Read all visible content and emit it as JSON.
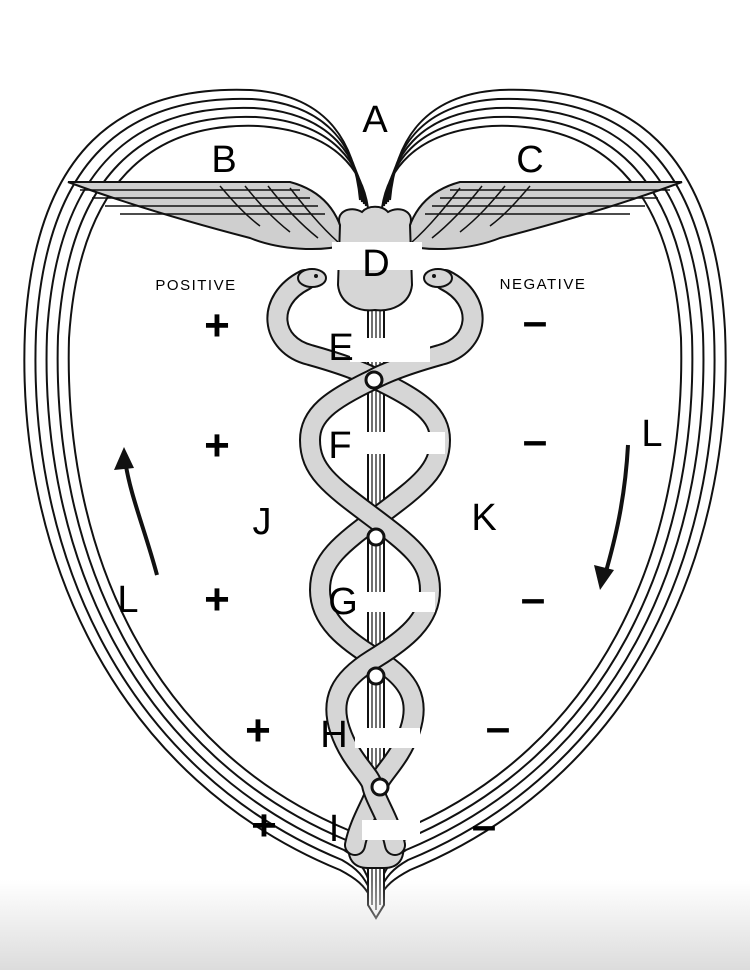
{
  "labels": {
    "a": "A",
    "b": "B",
    "c": "C",
    "d": "D",
    "e": "E",
    "f": "F",
    "g": "G",
    "h": "H",
    "i": "I",
    "j": "J",
    "k": "K",
    "l_left": "L",
    "l_right": "L"
  },
  "words": {
    "positive": "POSITIVE",
    "negative": "NEGATIVE"
  },
  "signs": {
    "plus": "+",
    "minus": "–"
  },
  "colors": {
    "ink": "#111111",
    "fill": "#d6d6d6",
    "wing": "#cfcfcf"
  }
}
